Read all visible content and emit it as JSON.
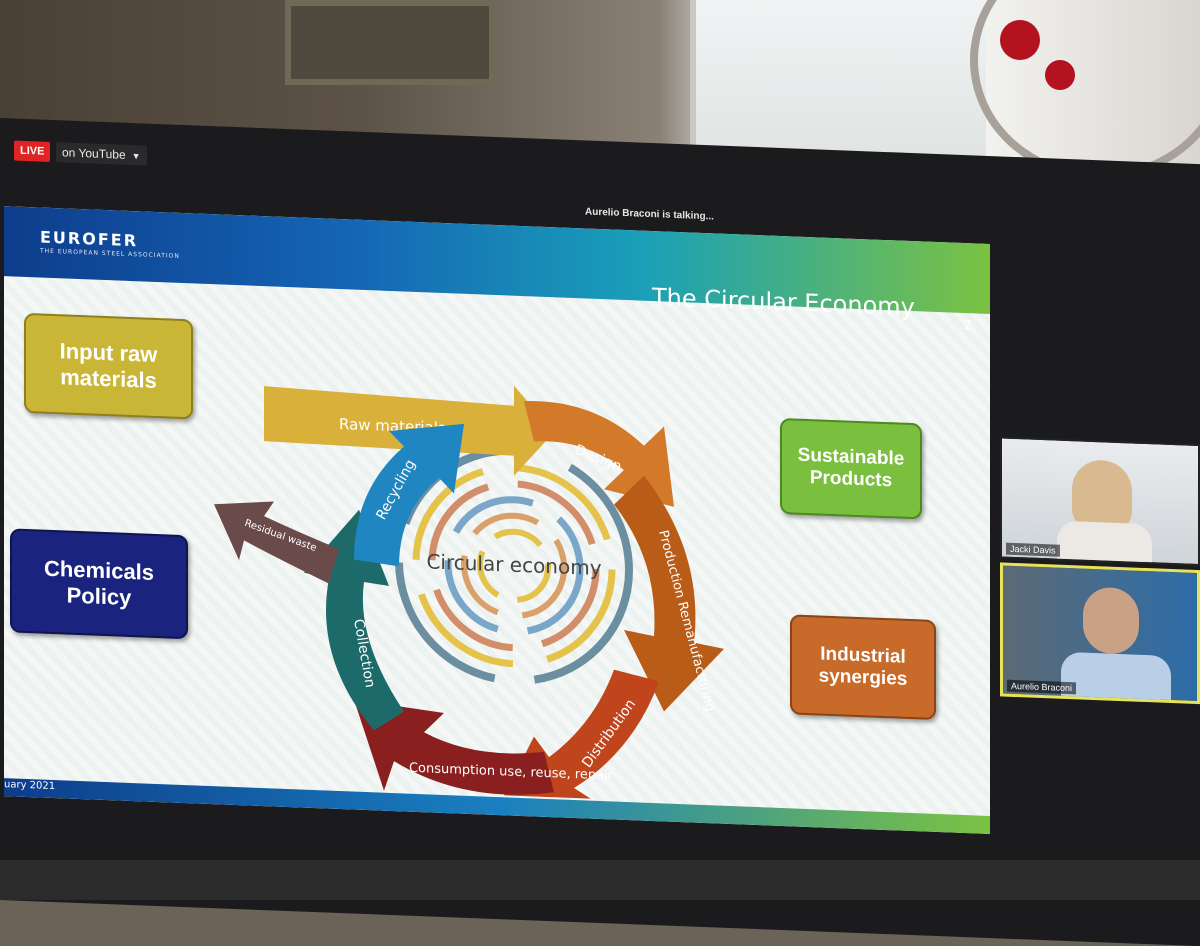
{
  "call": {
    "live_label": "LIVE",
    "stream_target": "on YouTube",
    "speaker_status": "Aurelio Braconi is talking..."
  },
  "slide": {
    "logo": "EUROFER",
    "logo_subtitle": "THE EUROPEAN STEEL ASSOCIATION",
    "title": "The Circular Economy",
    "page_number": "2",
    "footer_date": "uary 2021",
    "boxes": {
      "input_raw": "Input raw materials",
      "chemicals": "Chemicals Policy",
      "sustainable": "Sustainable Products",
      "industrial": "Industrial synergies"
    },
    "diagram": {
      "center": "Circular economy",
      "raw_materials": "Raw materials",
      "design": "Design",
      "production": "Production Remanufacturing",
      "distribution": "Distribution",
      "consumption": "Consumption use, reuse, repair",
      "collection": "Collection",
      "recycling": "Recycling",
      "residual_waste": "Residual waste"
    }
  },
  "participants": [
    {
      "name": "Jacki Davis"
    },
    {
      "name": "Aurelio Braconi"
    }
  ],
  "colors": {
    "live": "#e02424",
    "header_start": "#0d3d8c",
    "header_end": "#7cc242",
    "active_speaker_border": "#e6e35a"
  }
}
